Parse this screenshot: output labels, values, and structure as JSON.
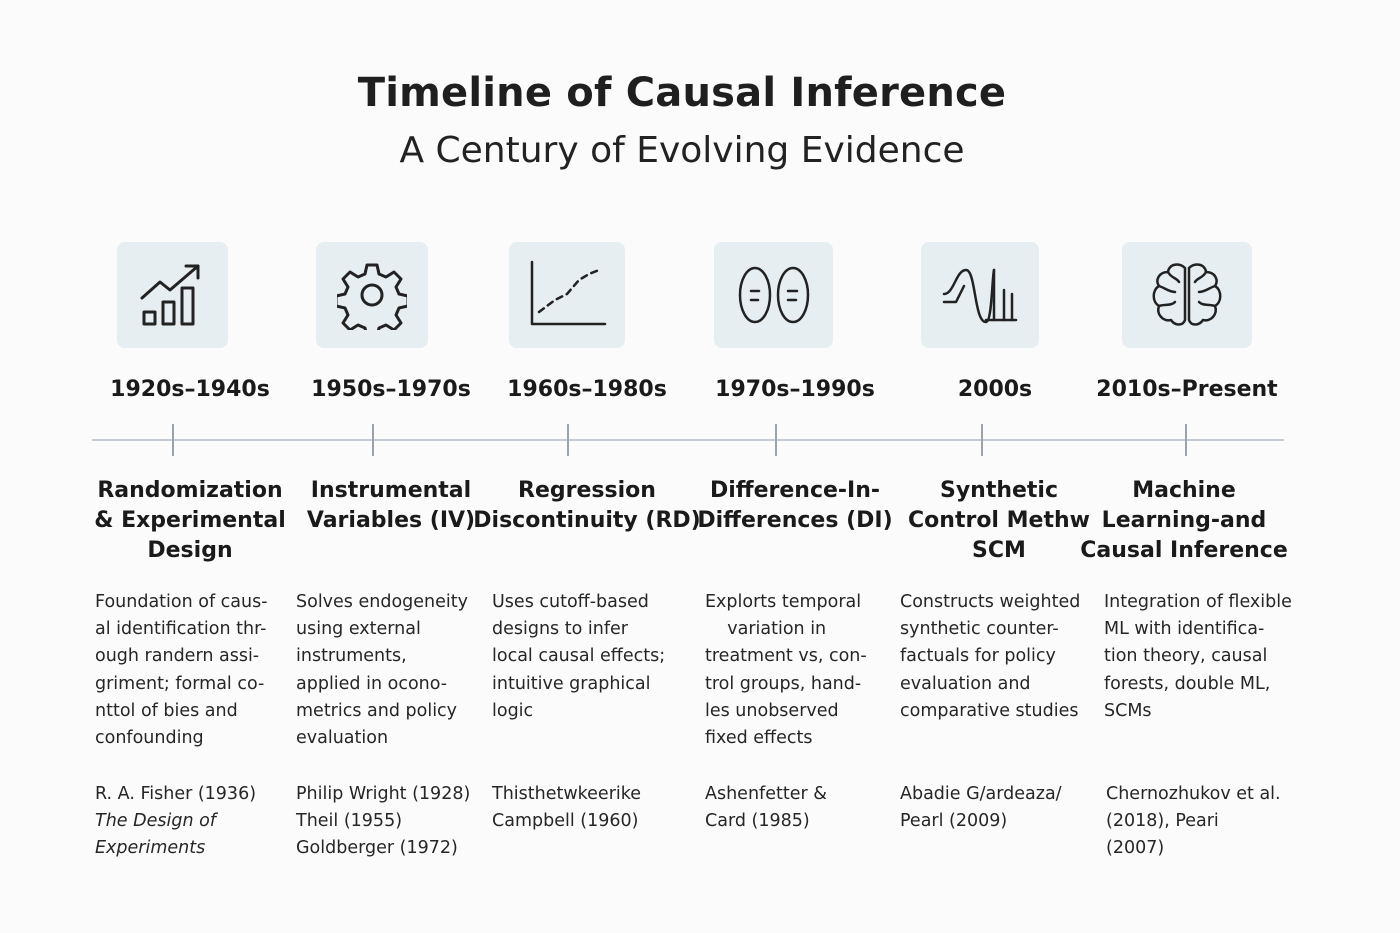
{
  "header": {
    "title": "Timeline of Causal Inference",
    "subtitle": "A Century of Evolving Evidence"
  },
  "colors": {
    "icon_background": "#e6eef1",
    "timeline_line": "#c4cbd2",
    "tick": "#9aa3ab",
    "text": "#1a1a1a"
  },
  "eras": [
    {
      "icon": "bar-chart-trend-icon",
      "period": "1920s–1940s",
      "method_lines": [
        "Randomization",
        "& Experimental",
        "Design"
      ],
      "description_lines": [
        "Foundation of caus-",
        "al identification thr-",
        "ough randern assi-",
        "griment; formal co-",
        "nttol of bies and",
        "confounding"
      ],
      "references": [
        "R. A. Fisher (1936)",
        "The Design of",
        "Experiments"
      ]
    },
    {
      "icon": "gear-icon",
      "period": "1950s–1970s",
      "method_lines": [
        "Instrumental",
        "Variables (IV)"
      ],
      "description_lines": [
        "Solves endogeneity",
        "using external",
        "instruments,",
        "applied in ocono-",
        "metrics and policy",
        "evaluation"
      ],
      "references": [
        "Philip Wright (1928)",
        "Theil (1955)",
        "Goldberger (1972)"
      ]
    },
    {
      "icon": "line-graph-icon",
      "period": "1960s–1980s",
      "method_lines": [
        "Regression",
        "Discontinuity (RD)"
      ],
      "description_lines": [
        "Uses cutoff-based",
        "designs to infer",
        "local causal effects;",
        "intuitive graphical",
        "logic"
      ],
      "references": [
        "Thisthetwkeerike",
        "Campbell (1960)"
      ]
    },
    {
      "icon": "twin-ovals-icon",
      "period": "1970s–1990s",
      "method_lines": [
        "Difference-In-",
        "Differences (DI)"
      ],
      "description_lines": [
        "Explorts temporal",
        "    variation in",
        "treatment vs, con-",
        "trol groups, hand-",
        "les unobserved",
        "fixed effects"
      ],
      "references": [
        "Ashenfetter &",
        "Card (1985)"
      ]
    },
    {
      "icon": "synthetic-curve-icon",
      "period": "2000s",
      "method_lines": [
        "Synthetic",
        "Control Methw",
        "SCM"
      ],
      "description_lines": [
        "Constructs weighted",
        "synthetic counter-",
        "factuals for policy",
        "evaluation and",
        "comparative studies"
      ],
      "references": [
        "Abadie G/ardeaza/",
        "Pearl (2009)"
      ]
    },
    {
      "icon": "brain-icon",
      "period": "2010s–Present",
      "method_lines": [
        "Machine",
        "Learning-and",
        "Causal Inference"
      ],
      "description_lines": [
        "Integration of flexible",
        "ML with identifica-",
        "tion theory, causal",
        "forests, double ML,",
        "SCMs"
      ],
      "references": [
        "Chernozhukov et al.",
        "(2018), Peari",
        "(2007)"
      ]
    }
  ]
}
